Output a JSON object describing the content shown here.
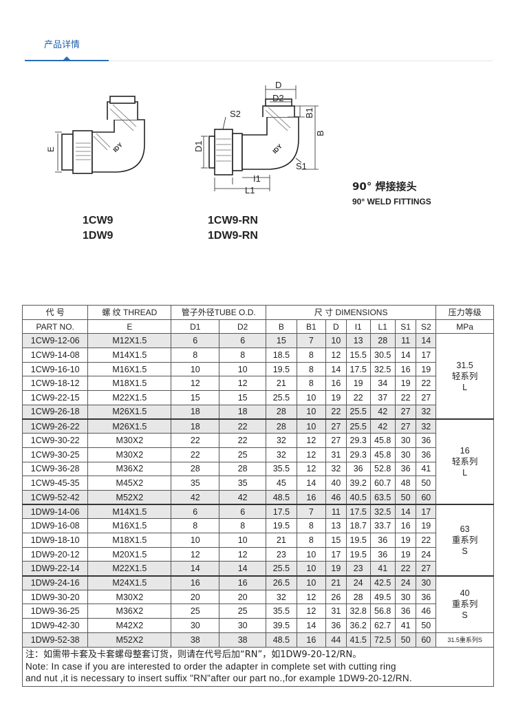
{
  "header": {
    "tab_title": "产品详情"
  },
  "drawing_labels": {
    "e": "E",
    "d": "D",
    "d2": "D2",
    "b1": "B1",
    "b": "B",
    "s2": "S2",
    "d1": "D1",
    "s1": "S1",
    "i1": "I1",
    "l1": "L1",
    "logo": "IDY"
  },
  "models": {
    "left": [
      "1CW9",
      "1DW9"
    ],
    "right": [
      "1CW9-RN",
      "1DW9-RN"
    ]
  },
  "title": {
    "cn": "90° 焊接接头",
    "en": "90° WELD FITTINGS"
  },
  "table": {
    "head1": {
      "code": "代 号",
      "thread": "螺 纹 THREAD",
      "tube": "管子外径TUBE O.D.",
      "dims": "尺 寸 DIMENSIONS",
      "pressure": "压力等级"
    },
    "head2": {
      "part": "PART NO.",
      "e": "E",
      "d1": "D1",
      "d2": "D2",
      "b": "B",
      "b1": "B1",
      "d": "D",
      "i1": "I1",
      "l1": "L1",
      "s1": "S1",
      "s2": "S2",
      "mpa": "MPa"
    },
    "rows": [
      [
        "1CW9-12-06",
        "M12X1.5",
        "6",
        "6",
        "15",
        "7",
        "10",
        "13",
        "28",
        "11",
        "14"
      ],
      [
        "1CW9-14-08",
        "M14X1.5",
        "8",
        "8",
        "18.5",
        "8",
        "12",
        "15.5",
        "30.5",
        "14",
        "17"
      ],
      [
        "1CW9-16-10",
        "M16X1.5",
        "10",
        "10",
        "19.5",
        "8",
        "14",
        "17.5",
        "32.5",
        "16",
        "19"
      ],
      [
        "1CW9-18-12",
        "M18X1.5",
        "12",
        "12",
        "21",
        "8",
        "16",
        "19",
        "34",
        "19",
        "22"
      ],
      [
        "1CW9-22-15",
        "M22X1.5",
        "15",
        "15",
        "25.5",
        "10",
        "19",
        "22",
        "37",
        "22",
        "27"
      ],
      [
        "1CW9-26-18",
        "M26X1.5",
        "18",
        "18",
        "28",
        "10",
        "22",
        "25.5",
        "42",
        "27",
        "32"
      ],
      [
        "1CW9-26-22",
        "M26X1.5",
        "18",
        "22",
        "28",
        "10",
        "27",
        "25.5",
        "42",
        "27",
        "32"
      ],
      [
        "1CW9-30-22",
        "M30X2",
        "22",
        "22",
        "32",
        "12",
        "27",
        "29.3",
        "45.8",
        "30",
        "36"
      ],
      [
        "1CW9-30-25",
        "M30X2",
        "22",
        "25",
        "32",
        "12",
        "31",
        "29.3",
        "45.8",
        "30",
        "36"
      ],
      [
        "1CW9-36-28",
        "M36X2",
        "28",
        "28",
        "35.5",
        "12",
        "32",
        "36",
        "52.8",
        "36",
        "41"
      ],
      [
        "1CW9-45-35",
        "M45X2",
        "35",
        "35",
        "45",
        "14",
        "40",
        "39.2",
        "60.7",
        "48",
        "50"
      ],
      [
        "1CW9-52-42",
        "M52X2",
        "42",
        "42",
        "48.5",
        "16",
        "46",
        "40.5",
        "63.5",
        "50",
        "60"
      ],
      [
        "1DW9-14-06",
        "M14X1.5",
        "6",
        "6",
        "17.5",
        "7",
        "11",
        "17.5",
        "32.5",
        "14",
        "17"
      ],
      [
        "1DW9-16-08",
        "M16X1.5",
        "8",
        "8",
        "19.5",
        "8",
        "13",
        "18.7",
        "33.7",
        "16",
        "19"
      ],
      [
        "1DW9-18-10",
        "M18X1.5",
        "10",
        "10",
        "21",
        "8",
        "15",
        "19.5",
        "36",
        "19",
        "22"
      ],
      [
        "1DW9-20-12",
        "M20X1.5",
        "12",
        "12",
        "23",
        "10",
        "17",
        "19.5",
        "36",
        "19",
        "24"
      ],
      [
        "1DW9-22-14",
        "M22X1.5",
        "14",
        "14",
        "25.5",
        "10",
        "19",
        "23",
        "41",
        "22",
        "27"
      ],
      [
        "1DW9-24-16",
        "M24X1.5",
        "16",
        "16",
        "26.5",
        "10",
        "21",
        "24",
        "42.5",
        "24",
        "30"
      ],
      [
        "1DW9-30-20",
        "M30X2",
        "20",
        "20",
        "32",
        "12",
        "26",
        "28",
        "49.5",
        "30",
        "36"
      ],
      [
        "1DW9-36-25",
        "M36X2",
        "25",
        "25",
        "35.5",
        "12",
        "31",
        "32.8",
        "56.8",
        "36",
        "46"
      ],
      [
        "1DW9-42-30",
        "M42X2",
        "30",
        "30",
        "39.5",
        "14",
        "36",
        "36.2",
        "62.7",
        "41",
        "50"
      ],
      [
        "1DW9-52-38",
        "M52X2",
        "38",
        "38",
        "48.5",
        "16",
        "44",
        "41.5",
        "72.5",
        "50",
        "60"
      ]
    ],
    "pressure_groups": [
      {
        "value": "31.5",
        "series": "轻系列",
        "code": "L"
      },
      {
        "value": "16",
        "series": "轻系列",
        "code": "L"
      },
      {
        "value": "63",
        "series": "重系列",
        "code": "S"
      },
      {
        "value": "40",
        "series": "重系列",
        "code": "S"
      },
      {
        "label": "31.5重系列S"
      }
    ]
  },
  "note": {
    "cn": "注：如需带卡套及卡套螺母整套订货，则请在代号后加“RN”，如1DW9-20-12/RN。",
    "en1": "Note: In case if you are interested to order the adapter in complete set with cutting ring",
    "en2": "and nut ,it is necessary to insert suffix \"RN\"after our part no.,for example 1DW9-20-12/RN."
  }
}
